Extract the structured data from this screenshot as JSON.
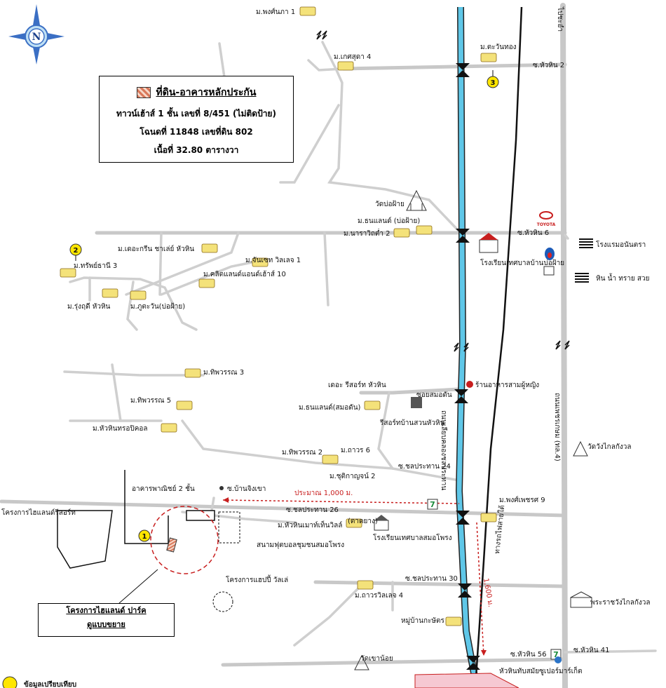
{
  "legend": {
    "title": "ที่ดิน-อาคารหลักประกัน",
    "line1": "ทาวน์เฮ้าส์ 1 ชั้น เลขที่ 8/451  (ไม่ติดป้าย)",
    "line2": "โฉนดที่ 11848 เลขที่ดิน 802",
    "line3": "เนื้อที่ 32.80 ตารางวา"
  },
  "project_box": {
    "line1": "โครงการไฮแลนด์ ปาร์ค",
    "line2": "ดูแบบขยาย"
  },
  "footer_label": "ข้อมูลเปรียบเทียบ",
  "compass_letter": "N",
  "markers": {
    "m1": "1",
    "m2": "2",
    "m3": "3"
  },
  "roads": {
    "huahin2": "ซ.หัวหิน 2",
    "huahin6": "ซ.หัวหิน 6",
    "huahin41": "ซ.หัวหิน 41",
    "huahin56": "ซ.หัวหิน 56",
    "cholpratan24": "ซ.ชลประทาน 24",
    "cholpratan26": "ซ.ชลประทาน 26",
    "cholpratan26_sub": "(ตาดยาง)",
    "cholpratan30": "ซ.ชลประทาน 30",
    "ban_ching_khao": "ซ.บ้านจิงเขา",
    "soi_samo_phrong": "ซอยสมอดัน",
    "canal_road": "ถนนเลียบคลองชลประทาน",
    "phetkasem": "ถนนเพชรเกษม (ทล.4)",
    "railway": "ทางรถไฟสายใต้",
    "top_right": "ไปชะอำ"
  },
  "distances": {
    "d1000": "ประมาณ 1,000 ม.",
    "d1600": "1,600 ม."
  },
  "places": {
    "m_pongpha1": "ม.พงศ์นภา 1",
    "m_ketsuda4": "ม.เกศสุดา 4",
    "m_tawanthong": "ม.ตะวันทอง",
    "wat_bo_fai": "วัดบ่อฝ้าย",
    "m_thanaland_bofai": "ม.ธนแลนด์ (บ่อฝ้าย)",
    "m_narawit2": "ม.นาราวิถต่ำ 2",
    "m_the_green": "ม.เดอะกรีน ชาเล่ย์ หัวหิน",
    "m_chanchet": "ม.จันเซท วิลเลจ 1",
    "m_classicland": "ม.คลิตแลนด์แอนด์เฮ้าส์ 10",
    "m_sapthani3": "ม.ทรัพย์ธานี 3",
    "m_rungrudee": "ม.รุ่งฤดี หัวหิน",
    "m_phutawan": "ม.ภูตะวัน(บ่อฝ้าย)",
    "school_bofai": "โรงเรียนเทศบาลบ้านบ่อฝ้าย",
    "rongraem_bantara": "โรงแรมอนันตรา",
    "hin_nam_sai_suay": "หิน น้ำ ทราย สวย",
    "m_thipwan3": "ม.ทิพวรรณ 3",
    "m_thipwan5": "ม.ทิพวรรณ 5",
    "m_huahin_tropical": "ม.หัวหินทรอปิคอล",
    "the_resort": "เดอะ รีสอร์ท หัวหิน",
    "m_thanaland_samo": "ม.ธนแลนด์(สมอดัน)",
    "resort_suan": "รีสอร์ทบ้านสวนหัวหิน",
    "restaurant": "ร้านอาหารสามผู้หญิง",
    "wat_wang_klai": "วัดวังไกลกังวล",
    "m_thipwan2": "ม.ทิพวรรณ 2",
    "m_thawon6": "ม.ถาวร 6",
    "m_chutikarn2": "ม.ชุติกาญจน์ 2",
    "commercial_bldg": "อาคารพาณิชย์ 2 ชั้น",
    "highland_resort": "โครงการไฮแลนด์รีสอร์ท",
    "m_pongpen9": "ม.พงศ์เพชรศ 9",
    "m_huahin_mart": "ม.หัวหินเมาท์เท็นวิลล์",
    "school_samo": "โรงเรียนเทศบาลสมอโพรง",
    "stadium": "สนามฟุตบอลชุมชนสมอโพรง",
    "happy_village": "โครงการแฮปปี้ วัลเล่",
    "m_thawon_village4": "ม.ถาวรวิลเลจ 4",
    "village_kasat": "หมู่บ้านกะษัตร",
    "palace": "พระราชวังไกลกังวล",
    "wat_khao_noi": "วัดเขาน้อย",
    "market": "หัวหินทับสมัยซูเปอร์มาร์เก็ต"
  },
  "brand": {
    "toyota": "TOYOTA"
  },
  "colors": {
    "canal": "#5fc7e8",
    "road": "#c8c8c8",
    "marker": "#ffe600",
    "distance": "#c81e1e",
    "site": "#d9785a"
  }
}
